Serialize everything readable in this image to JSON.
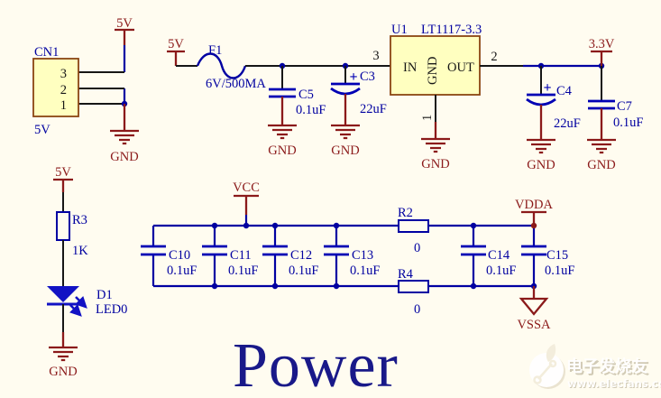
{
  "title": "Power",
  "polarity": "+",
  "nets": {
    "v5": "5V",
    "v33": "3.3V",
    "gnd": "GND",
    "vcc": "VCC",
    "vdda": "VDDA",
    "vssa": "VSSA"
  },
  "components": {
    "cn1": {
      "ref": "CN1",
      "value": "5V",
      "pins": [
        "3",
        "2",
        "1"
      ]
    },
    "f1": {
      "ref": "F1",
      "value": "6V/500MA"
    },
    "c5": {
      "ref": "C5",
      "value": "0.1uF"
    },
    "c3": {
      "ref": "C3",
      "value": "22uF"
    },
    "u1": {
      "ref": "U1",
      "value": "LT1117-3.3",
      "pin_in": "IN",
      "pin_gnd": "GND",
      "pin_out": "OUT",
      "num_in": "3",
      "num_out": "2",
      "num_gnd": "1"
    },
    "c4": {
      "ref": "C4",
      "value": "22uF"
    },
    "c7": {
      "ref": "C7",
      "value": "0.1uF"
    },
    "r3": {
      "ref": "R3",
      "value": "1K"
    },
    "d1": {
      "ref": "D1",
      "value": "LED0"
    },
    "c10": {
      "ref": "C10",
      "value": "0.1uF"
    },
    "c11": {
      "ref": "C11",
      "value": "0.1uF"
    },
    "c12": {
      "ref": "C12",
      "value": "0.1uF"
    },
    "c13": {
      "ref": "C13",
      "value": "0.1uF"
    },
    "r2": {
      "ref": "R2",
      "value": "0"
    },
    "r4": {
      "ref": "R4",
      "value": "0"
    },
    "c14": {
      "ref": "C14",
      "value": "0.1uF"
    },
    "c15": {
      "ref": "C15",
      "value": "0.1uF"
    }
  },
  "watermark": {
    "brand": "电子发烧友",
    "url": "www.elecfans.com"
  },
  "colors": {
    "background": "#FFFCF0",
    "wire_black": "#161616",
    "wire_blue": "#0000A2",
    "power_red": "#8B1A1A",
    "label_blue": "#0000A0",
    "part_fill": "#FFFFC0",
    "part_border": "#8B4513",
    "led_blue": "#1212C4",
    "title_navy": "#191989"
  }
}
